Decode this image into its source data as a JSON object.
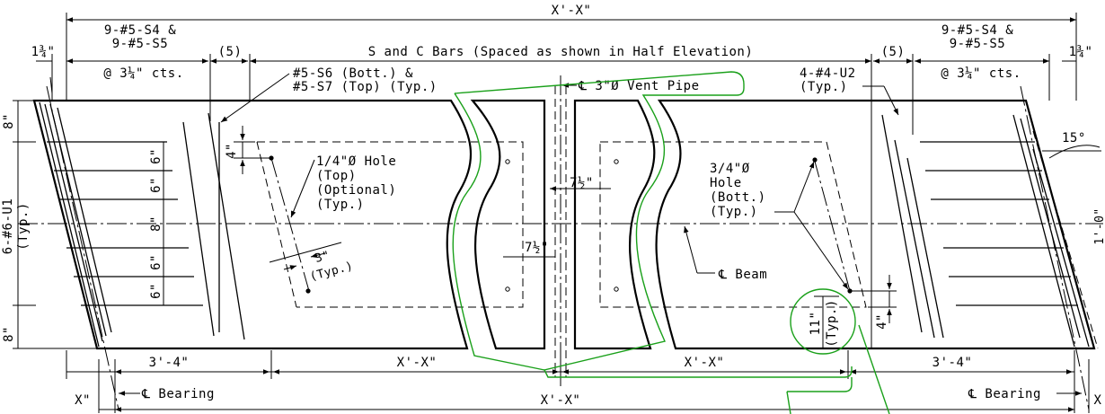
{
  "labels": {
    "overall_width": "X'-X\"",
    "left_bars_line1": "9-#5-S4 &",
    "left_bars_line2": "9-#5-S5",
    "left_bars_spacing": "@ 3¼\" cts.",
    "right_bars_line1": "9-#5-S4 &",
    "right_bars_line2": "9-#5-S5",
    "right_bars_spacing": "@ 3¼\" cts.",
    "left_edge_dim": "1¾\"",
    "right_edge_dim": "1¾\"",
    "left_count": "(5)",
    "right_count": "(5)",
    "s_c_bars": "S and C Bars (Spaced as shown in Half Elevation)",
    "s6_s7_line1": "#5-S6 (Bott.) &",
    "s6_s7_line2": "#5-S7 (Top) (Typ.)",
    "vent_pipe": "℄ 3\"Ø Vent Pipe",
    "u2_line1": "4-#4-U2",
    "u2_line2": "(Typ.)",
    "hole_top_line1": "1/4\"Ø Hole",
    "hole_top_line2": "(Top)",
    "hole_top_line3": "(Optional)",
    "hole_top_line4": "(Typ.)",
    "hole_bott_line1": "3/4\"Ø",
    "hole_bott_line2": "Hole",
    "hole_bott_line3": "(Bott.)",
    "hole_bott_line4": "(Typ.)",
    "beam_cl": "℄ Beam",
    "dim_4_left": "4\"",
    "dim_4_right": "4\"",
    "dim_3": "3\"",
    "dim_3_typ": "(Typ.)",
    "dim_7_half_a": "7½\"",
    "dim_7_half_b": "7½\"",
    "dim_11": "11\"",
    "dim_11_typ": "(Typ.)",
    "u1_line1": "6-#6-U1",
    "u1_line2": "(Typ.)",
    "dim_8_top": "8\"",
    "dim_8_bot": "8\"",
    "dim_6_1": "6\"",
    "dim_6_2": "6\"",
    "dim_8_mid": "8\"",
    "dim_6_3": "6\"",
    "dim_6_4": "6\"",
    "angle": "15°",
    "dim_left_34": "3'-4\"",
    "dim_mid_left": "X'-X\"",
    "dim_mid_right": "X'-X\"",
    "dim_right_34": "3'-4\"",
    "bearing_left": "℄ Bearing",
    "bearing_right": "℄ Bearing",
    "bottom_overall": "X'-X\"",
    "bottom_left_x": "X\"",
    "bottom_right_x": "X",
    "right_edge_cut": "1'-0\""
  },
  "colors": {
    "line": "#000000",
    "revision_cloud": "#1aa01a"
  }
}
